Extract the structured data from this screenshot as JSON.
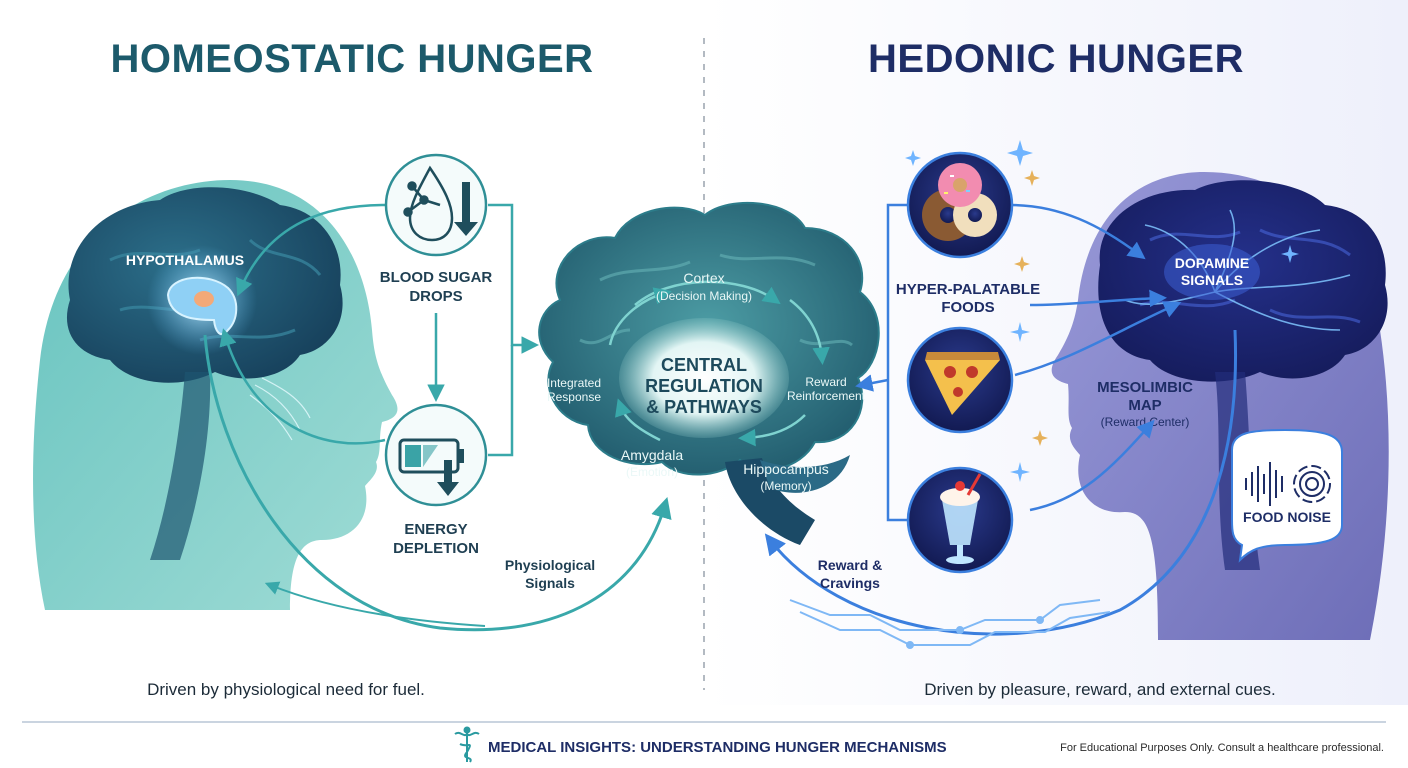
{
  "homeostatic": {
    "title": "HOMEOSTATIC HUNGER",
    "hypothalamus": "HYPOTHALAMUS",
    "blood_sugar_line1": "BLOOD SUGAR",
    "blood_sugar_line2": "DROPS",
    "energy_line1": "ENERGY",
    "energy_line2": "DEPLETION",
    "signals_line1": "Physiological",
    "signals_line2": "Signals",
    "caption": "Driven by physiological need for fuel."
  },
  "central": {
    "cortex": "Cortex",
    "cortex_sub": "(Decision Making)",
    "title_line1": "CENTRAL",
    "title_line2": "REGULATION",
    "title_line3": "& PATHWAYS",
    "integrated_line1": "Integrated",
    "integrated_line2": "Response",
    "reward_line1": "Reward",
    "reward_line2": "Reinforcement",
    "amygdala": "Amygdala",
    "amygdala_sub": "(Emotion)",
    "hippocampus": "Hippocampus",
    "hippocampus_sub": "(Memory)"
  },
  "hedonic": {
    "title": "HEDONIC HUNGER",
    "foods_line1": "HYPER-PALATABLE",
    "foods_line2": "FOODS",
    "dopamine_line1": "DOPAMINE",
    "dopamine_line2": "SIGNALS",
    "mesolimbic_line1": "MESOLIMBIC",
    "mesolimbic_line2": "MAP",
    "mesolimbic_sub": "(Reward Center)",
    "food_noise": "FOOD NOISE",
    "reward_line1": "Reward &",
    "reward_line2": "Cravings",
    "caption": "Driven by pleasure, reward, and external cues."
  },
  "footer": {
    "title": "MEDICAL INSIGHTS: UNDERSTANDING HUNGER MECHANISMS",
    "disclaimer": "For Educational Purposes Only. Consult a healthcare professional."
  },
  "icons": {
    "caduceus": "caduceus-icon",
    "molecule": "molecule-droplet-icon",
    "battery": "low-battery-icon",
    "donut": "donut-icon",
    "pizza": "pizza-icon",
    "milkshake": "milkshake-icon",
    "sound": "sound-wave-icon"
  },
  "colors": {
    "teal_dark": "#1c5a6b",
    "navy": "#1e2d66",
    "teal_accent": "#2a9aa0",
    "blue_accent": "#2f6fd6"
  }
}
